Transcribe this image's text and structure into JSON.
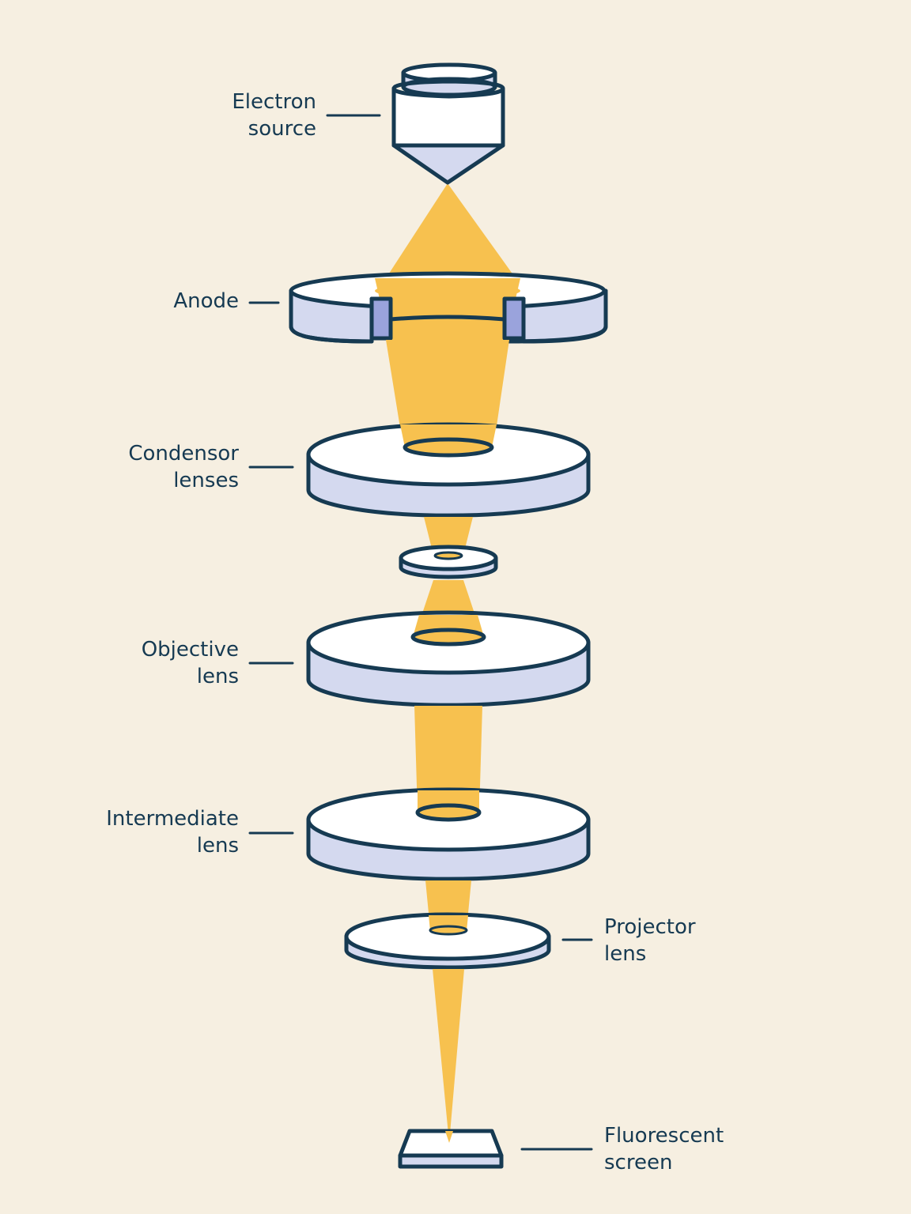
{
  "colors": {
    "background": "#f6efe1",
    "outline": "#163a52",
    "beam": "#f7c14f",
    "lens_side": "#d4d9ef",
    "lens_top": "#ffffff",
    "anode_cut": "#9aa3dc"
  },
  "labels": {
    "electron_source": {
      "line1": "Electron",
      "line2": "source"
    },
    "anode": {
      "line1": "Anode"
    },
    "condensor_lenses": {
      "line1": "Condensor",
      "line2": "lenses"
    },
    "objective_lens": {
      "line1": "Objective",
      "line2": "lens"
    },
    "intermediate_lens": {
      "line1": "Intermediate",
      "line2": "lens"
    },
    "projector_lens": {
      "line1": "Projector",
      "line2": "lens"
    },
    "fluorescent_screen": {
      "line1": "Fluorescent",
      "line2": "screen"
    }
  }
}
